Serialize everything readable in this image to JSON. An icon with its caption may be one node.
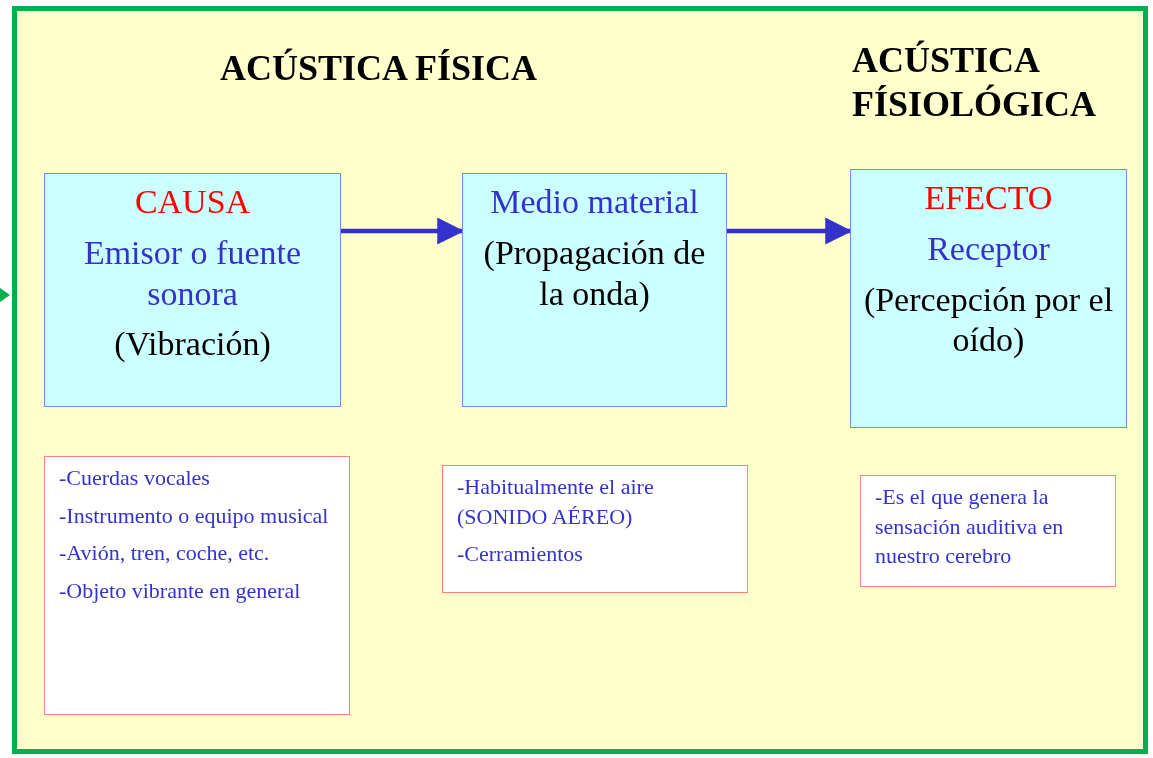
{
  "diagram": {
    "nodes": [
      {
        "text": [
          "CAUSA",
          "Emisor o fuente sonora",
          "(Vibración)"
        ]
      },
      {
        "text": [
          "Medio material",
          "(Propagación de la onda)"
        ]
      },
      {
        "text": [
          "EFECTO",
          "Receptor",
          "(Percepción por el oído)"
        ]
      },
      {
        "text": [
          "-Cuerdas vocales",
          "-Instrumento o equipo musical",
          "-Avión, tren, coche, etc.",
          "-Objeto vibrante en general"
        ]
      },
      {
        "text": [
          "-Habitualmente el aire (SONIDO AÉREO)",
          "-Cerramientos"
        ]
      },
      {
        "text": [
          "-Es el que genera la sensación auditiva en nuestro cerebro"
        ]
      }
    ],
    "edges": [
      {
        "from": 0,
        "to": 1,
        "arrow": "to"
      },
      {
        "from": 1,
        "to": 2,
        "arrow": "to"
      }
    ],
    "labels": [
      "ACÚSTICA FÍSICA",
      "ACÚSTICA FÍSIOLÓGICA"
    ]
  }
}
